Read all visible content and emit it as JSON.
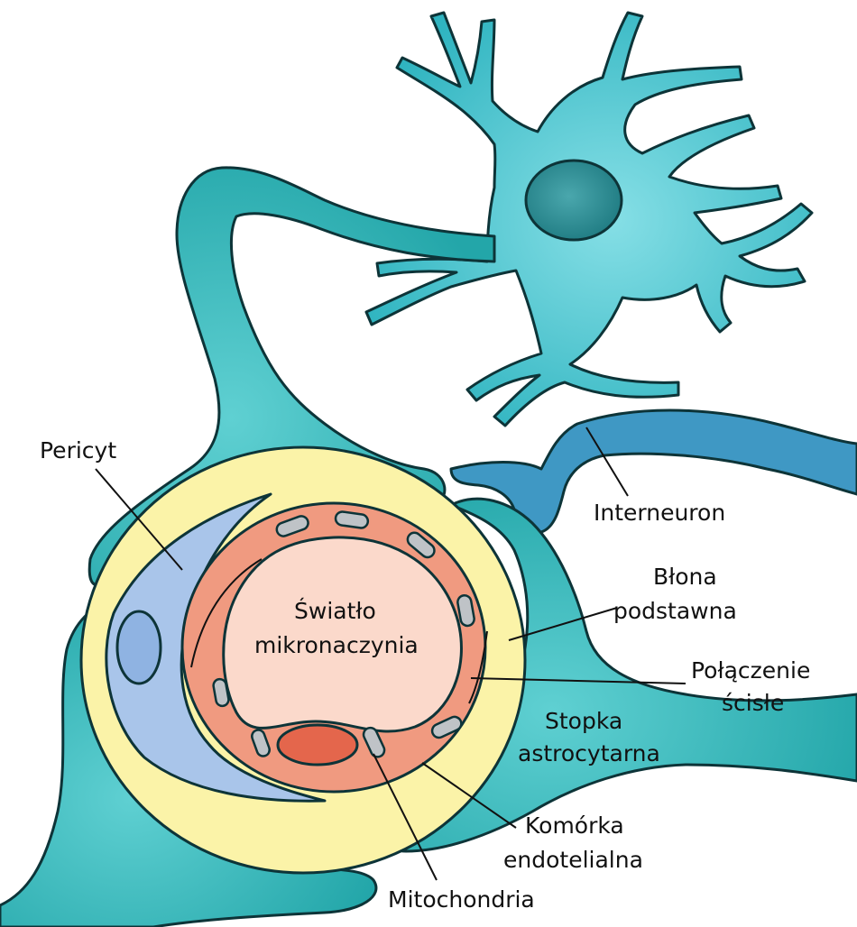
{
  "diagram": {
    "labels": {
      "pericyte": "Pericyt",
      "interneuron": "Interneuron",
      "basement_membrane_1": "Błona",
      "basement_membrane_2": "podstawna",
      "tight_junction_1": "Połączenie",
      "tight_junction_2": "ścisłe",
      "lumen_1": "Światło",
      "lumen_2": "mikronaczynia",
      "astrocyte_foot_1": "Stopka",
      "astrocyte_foot_2": "astrocytarna",
      "endothelial_1": "Komórka",
      "endothelial_2": "endotelialna",
      "mitochondria": "Mitochondria"
    },
    "colors": {
      "astrocyte": "#2eb6b8",
      "astrocyte_outline": "#0d3438",
      "neuron": "#49c9d2",
      "neuron_nucleus": "#2a8c92",
      "interneuron": "#3f98c4",
      "basement_membrane": "#fbf3a8",
      "pericyte": "#a9c5ea",
      "endothelium": "#f09a80",
      "lumen": "#fbd9cb",
      "endothelial_nucleus": "#e4664c",
      "mitochondria": "#bfc3c7"
    }
  }
}
